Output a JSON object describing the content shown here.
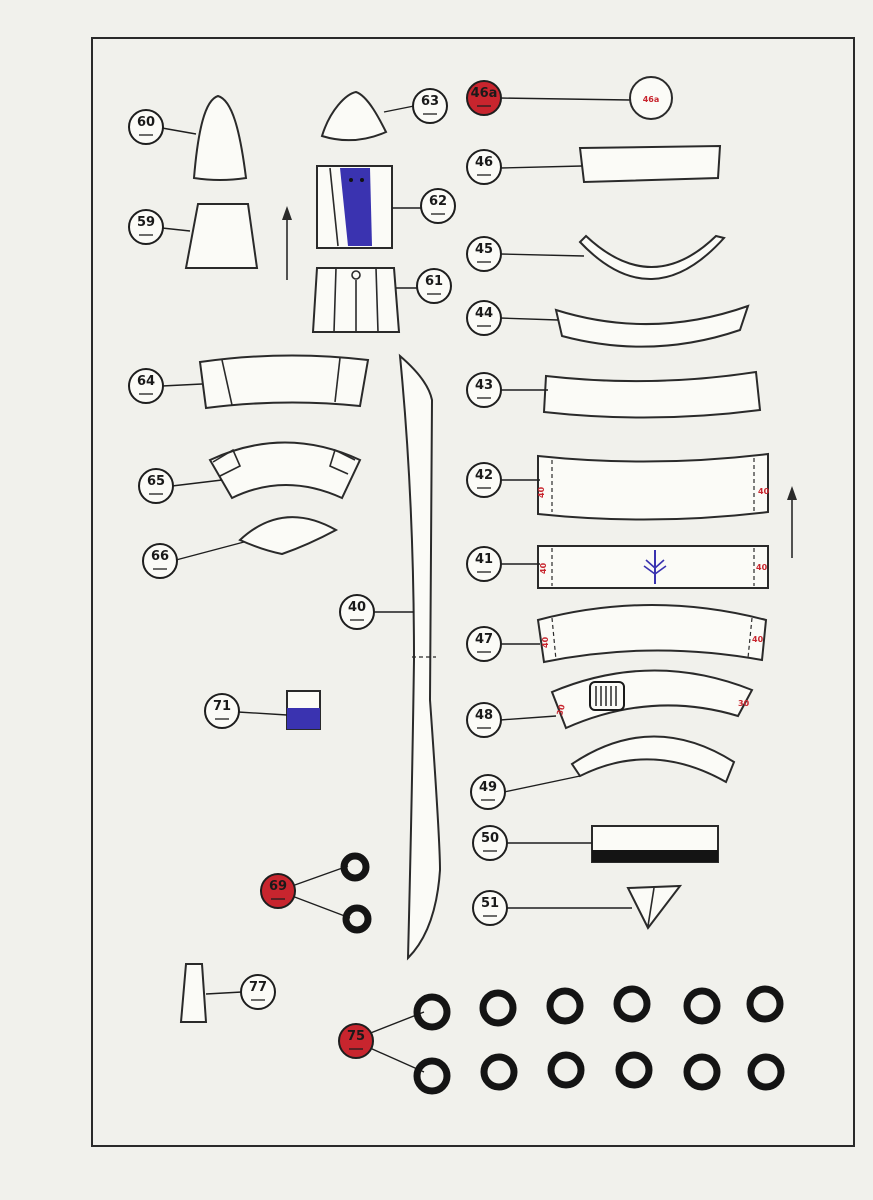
{
  "colors": {
    "paper": "#f1f1ec",
    "line": "#2a2a2a",
    "accent_red": "#c8252e",
    "accent_blue": "#3a33b0"
  },
  "parts": {
    "p60": "60",
    "p59": "59",
    "p63": "63",
    "p62": "62",
    "p61": "61",
    "p46a": "46a",
    "p46a_disc": "46a",
    "p46": "46",
    "p45": "45",
    "p44": "44",
    "p43": "43",
    "p42": "42",
    "p41": "41",
    "p47": "47",
    "p48": "48",
    "p49": "49",
    "p50": "50",
    "p51": "51",
    "p64": "64",
    "p65": "65",
    "p66": "66",
    "p40": "40",
    "p71": "71",
    "p69": "69",
    "p77": "77",
    "p75": "75"
  },
  "tab_marks": {
    "m42_left": "40",
    "m42_right": "40",
    "m41_left": "40",
    "m41_right": "40",
    "m47_left": "40",
    "m47_right": "40",
    "m48_left": "30",
    "m48_right": "30"
  }
}
